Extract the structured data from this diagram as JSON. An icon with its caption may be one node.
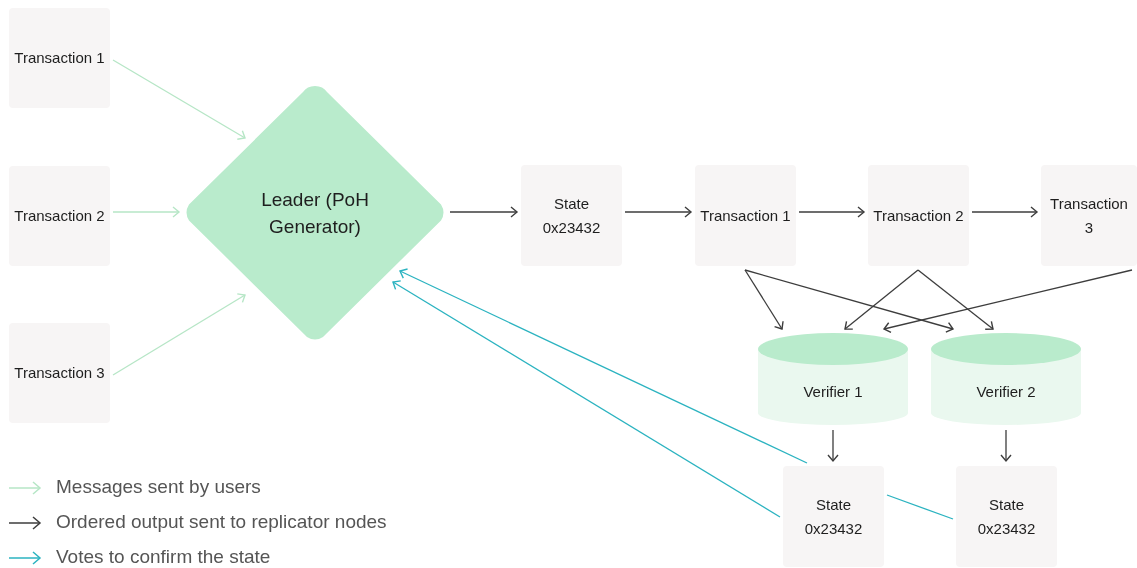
{
  "diagram": {
    "nodes": [
      {
        "text": [
          "Transaction 1"
        ]
      },
      {
        "text": [
          "Transaction 2"
        ]
      },
      {
        "text": [
          "Transaction 3"
        ]
      },
      {
        "text": [
          "Leader (PoH Generator)"
        ]
      },
      {
        "text": [
          "State 0x23432"
        ]
      },
      {
        "text": [
          "Transaction 1"
        ]
      },
      {
        "text": [
          "Transaction 2"
        ]
      },
      {
        "text": [
          "Transaction 3"
        ]
      },
      {
        "text": [
          "Verifier 1"
        ]
      },
      {
        "text": [
          "Verifier 2"
        ]
      },
      {
        "text": [
          "State 0x23432"
        ]
      },
      {
        "text": [
          "State 0x23432"
        ]
      }
    ],
    "edges": [
      {
        "from": 0,
        "to": 3,
        "arrow": "to",
        "color": "#b6e6c6"
      },
      {
        "from": 1,
        "to": 3,
        "arrow": "to",
        "color": "#b6e6c6"
      },
      {
        "from": 2,
        "to": 3,
        "arrow": "to",
        "color": "#b6e6c6"
      },
      {
        "from": 3,
        "to": 4,
        "arrow": "to"
      },
      {
        "from": 4,
        "to": 5,
        "arrow": "to"
      },
      {
        "from": 5,
        "to": 6,
        "arrow": "to"
      },
      {
        "from": 6,
        "to": 7,
        "arrow": "to"
      },
      {
        "from": 5,
        "to": 8,
        "arrow": "to"
      },
      {
        "from": 5,
        "to": 9,
        "arrow": "to"
      },
      {
        "from": 6,
        "to": 8,
        "arrow": "to"
      },
      {
        "from": 6,
        "to": 9,
        "arrow": "to"
      },
      {
        "from": 7,
        "to": 8,
        "arrow": "to"
      },
      {
        "from": 8,
        "to": 10,
        "arrow": "to"
      },
      {
        "from": 9,
        "to": 11,
        "arrow": "to"
      },
      {
        "from": 10,
        "to": 3,
        "arrow": "to",
        "color": "#2bb3c0"
      },
      {
        "from": 10,
        "to": 3,
        "arrow": "to",
        "color": "#2bb3c0"
      },
      {
        "from": 11,
        "to": 10,
        "arrow": "none",
        "color": "#2bb3c0"
      }
    ],
    "legend": [
      {
        "text": "Messages sent by users"
      },
      {
        "text": "Ordered output sent to replicator nodes"
      },
      {
        "text": "Votes to confirm the state"
      }
    ]
  }
}
